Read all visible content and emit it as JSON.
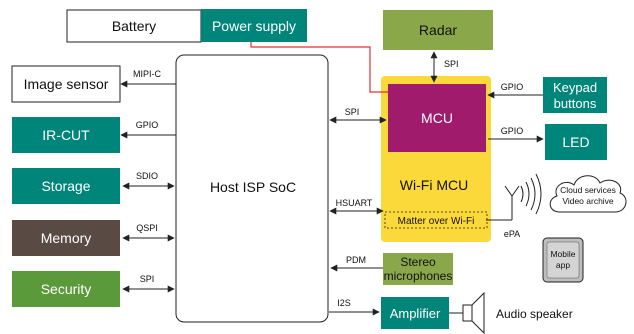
{
  "colors": {
    "teal": "#00857a",
    "olive": "#8aa84a",
    "green": "#5b9a3a",
    "brown": "#5a4a44",
    "magenta": "#a01b6c",
    "yellow": "#fbd93a",
    "red": "#e03030",
    "line": "#222222",
    "mobile_bg": "#bdbdbd"
  },
  "blocks": {
    "battery": "Battery",
    "power_supply": "Power supply",
    "radar": "Radar",
    "image_sensor": "Image sensor",
    "ir_cut": "IR-CUT",
    "storage": "Storage",
    "memory": "Memory",
    "security": "Security",
    "host_soc": "Host ISP SoC",
    "mcu": "MCU",
    "wifi_mcu": "Wi-Fi MCU",
    "matter": "Matter over Wi-Fi",
    "keypad_line1": "Keypad",
    "keypad_line2": "buttons",
    "led": "LED",
    "stereo_line1": "Stereo",
    "stereo_line2": "microphones",
    "amplifier": "Amplifier",
    "audio_speaker": "Audio speaker",
    "cloud_line1": "Cloud services",
    "cloud_line2": "Video archive",
    "mobile_line1": "Mobile",
    "mobile_line2": "app",
    "epa": "ePA"
  },
  "links": {
    "mipi_c": "MIPI-C",
    "gpio_ircut": "GPIO",
    "sdio": "SDIO",
    "qspi": "QSPI",
    "spi_security": "SPI",
    "spi_mcu": "SPI",
    "hsuart": "HSUART",
    "pdm": "PDM",
    "i2s": "I2S",
    "spi_radar": "SPI",
    "gpio_keypad": "GPIO",
    "gpio_led": "GPIO"
  }
}
